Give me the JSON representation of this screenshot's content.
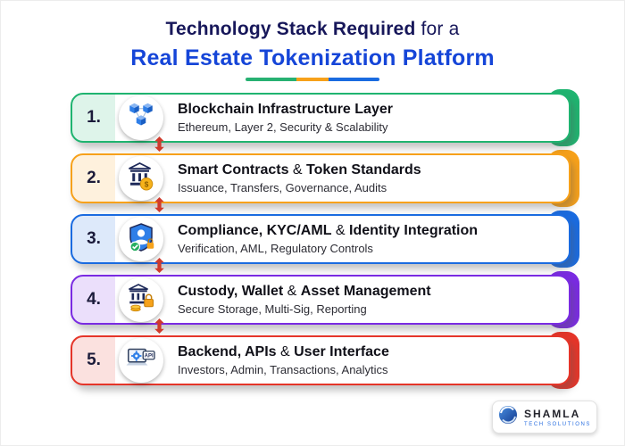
{
  "header": {
    "title_bold": "Technology Stack Required",
    "title_rest": " for a",
    "title_line2": "Real Estate Tokenization Platform",
    "underline_colors": [
      "#27b172",
      "#f7a11a",
      "#1a6be0"
    ],
    "navy": "#17175a",
    "blue": "#1545d8"
  },
  "rows": [
    {
      "number": "1.",
      "title_a": "Blockchain Infrastructure Layer",
      "title_amp": "",
      "title_b": "",
      "subtitle": "Ethereum, Layer 2, Security & Scalability",
      "color": "#1fb470",
      "icon": "blockchain-cubes-icon"
    },
    {
      "number": "2.",
      "title_a": "Smart Contracts",
      "title_amp": " & ",
      "title_b": "Token Standards",
      "subtitle": "Issuance, Transfers, Governance, Audits",
      "color": "#f7a11a",
      "icon": "bank-contract-icon",
      "icon_label": "$"
    },
    {
      "number": "3.",
      "title_a": "Compliance, KYC/AML",
      "title_amp": " & ",
      "title_b": "Identity Integration",
      "subtitle": "Verification, AML, Regulatory Controls",
      "color": "#1a6be0",
      "icon": "shield-identity-icon"
    },
    {
      "number": "4.",
      "title_a": "Custody, Wallet",
      "title_amp": " & ",
      "title_b": "Asset Management",
      "subtitle": "Secure Storage, Multi-Sig, Reporting",
      "color": "#7a2be2",
      "icon": "custody-wallet-icon"
    },
    {
      "number": "5.",
      "title_a": "Backend, APIs",
      "title_amp": " & ",
      "title_b": "User Interface",
      "subtitle": "Investors, Admin, Transactions, Analytics",
      "color": "#e53529",
      "icon": "backend-api-icon",
      "icon_label": "API"
    }
  ],
  "logo": {
    "brand": "SHAMLA",
    "tagline": "TECH SOLUTIONS"
  }
}
